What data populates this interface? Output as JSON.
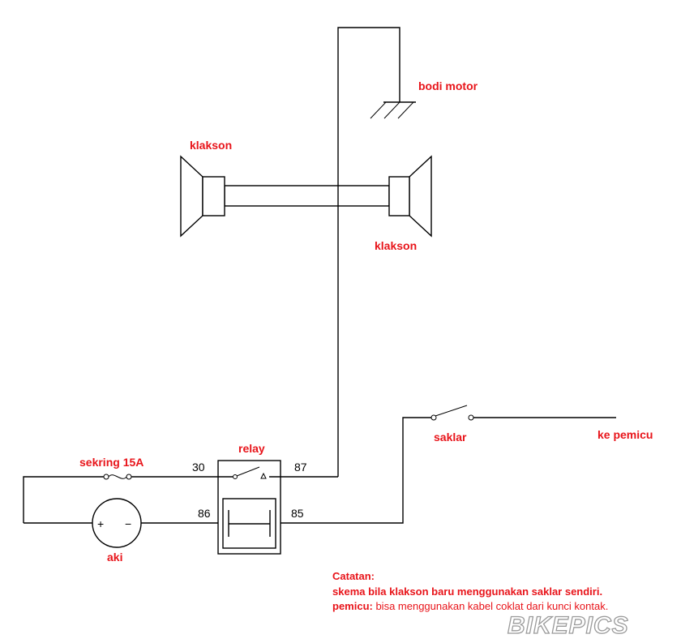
{
  "labels": {
    "body_ground": "bodi motor",
    "horn_left": "klakson",
    "horn_right": "klakson",
    "switch": "saklar",
    "to_trigger": "ke pemicu",
    "relay": "relay",
    "fuse": "sekring 15A",
    "battery": "aki",
    "battery_plus": "+",
    "battery_minus": "−",
    "pin_30": "30",
    "pin_87": "87",
    "pin_86": "86",
    "pin_85": "85"
  },
  "note": {
    "title": "Catatan:",
    "line1": "skema bila klakson baru menggunakan saklar sendiri.",
    "line2_bold": "pemicu:",
    "line2_rest": " bisa menggunakan kabel coklat dari kunci kontak."
  },
  "watermark": "BIKEPICS",
  "colors": {
    "label": "#e8141a",
    "line": "#000000",
    "watermark_outline": "#9a9a9a"
  }
}
